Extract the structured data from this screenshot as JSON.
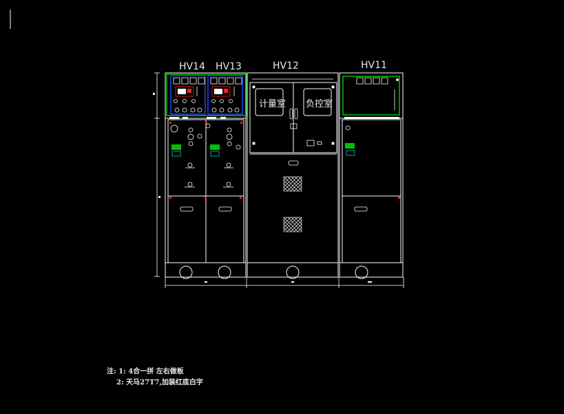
{
  "panels": [
    {
      "id": "HV14",
      "label": "HV14"
    },
    {
      "id": "HV13",
      "label": "HV13"
    },
    {
      "id": "HV12",
      "label": "HV12"
    },
    {
      "id": "HV11",
      "label": "HV11"
    }
  ],
  "compartments": {
    "metering": "计量室",
    "load_control": "负控室"
  },
  "notes": {
    "line1": "注: 1: 4合一拼 左右做板",
    "line2": "2: 天马27T7,加装红底白字"
  },
  "colors": {
    "background": "#000000",
    "line": "#ffffff",
    "green": "#00c000",
    "blue": "#2040ff",
    "red": "#ff2020",
    "cyan": "#00d0d0"
  }
}
